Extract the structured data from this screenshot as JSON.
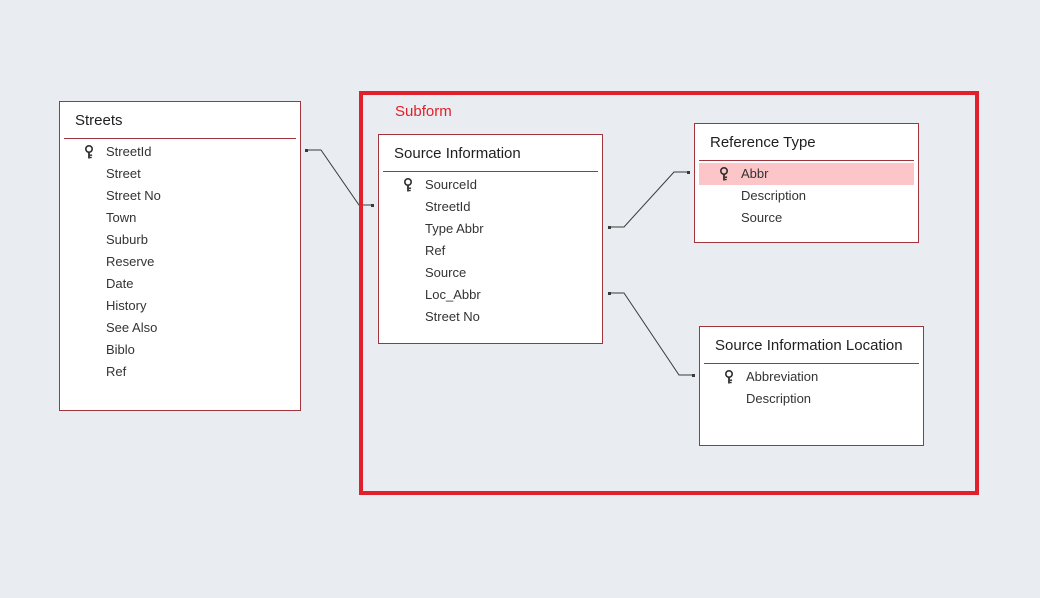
{
  "subform": {
    "label": "Subform"
  },
  "tables": {
    "streets": {
      "title": "Streets",
      "fields": [
        {
          "name": "StreetId",
          "key": true
        },
        {
          "name": "Street"
        },
        {
          "name": "Street No"
        },
        {
          "name": "Town"
        },
        {
          "name": "Suburb"
        },
        {
          "name": "Reserve"
        },
        {
          "name": "Date"
        },
        {
          "name": "History"
        },
        {
          "name": "See Also"
        },
        {
          "name": "Biblo"
        },
        {
          "name": "Ref"
        }
      ]
    },
    "source_info": {
      "title": "Source Information",
      "fields": [
        {
          "name": "SourceId",
          "key": true
        },
        {
          "name": "StreetId"
        },
        {
          "name": "Type Abbr"
        },
        {
          "name": "Ref"
        },
        {
          "name": "Source"
        },
        {
          "name": "Loc_Abbr"
        },
        {
          "name": "Street No"
        }
      ]
    },
    "reference_type": {
      "title": "Reference Type",
      "fields": [
        {
          "name": "Abbr",
          "key": true,
          "selected": true
        },
        {
          "name": "Description"
        },
        {
          "name": "Source"
        }
      ]
    },
    "source_info_location": {
      "title": "Source Information Location",
      "fields": [
        {
          "name": "Abbreviation",
          "key": true
        },
        {
          "name": "Description"
        }
      ]
    }
  },
  "colors": {
    "background": "#e9ecf0",
    "table_border": "#a2343d",
    "highlight": "#e0212b",
    "selected_row": "#fcc5c8"
  },
  "icons": {
    "primary_key": "key-icon"
  }
}
